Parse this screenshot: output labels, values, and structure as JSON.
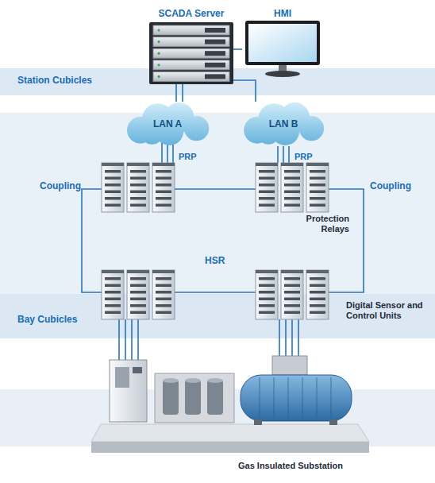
{
  "diagram": {
    "nodes": [
      {
        "text": [
          "SCADA Server"
        ]
      },
      {
        "text": [
          "HMI"
        ]
      },
      {
        "text": [
          "LAN A"
        ]
      },
      {
        "text": [
          "LAN B"
        ]
      },
      {
        "text": [
          "Protection Relays"
        ]
      },
      {
        "text": [
          "Digital Sensor and Control Units"
        ]
      },
      {
        "text": [
          "Gas Insulated Substation"
        ]
      }
    ],
    "edges": [
      {
        "from": 0,
        "to": 2,
        "arrow": "none"
      },
      {
        "from": 0,
        "to": 3,
        "arrow": "none"
      },
      {
        "from": 0,
        "to": 1,
        "arrow": "none"
      },
      {
        "from": 3,
        "to": 4,
        "label": "PRP",
        "arrow": "none"
      },
      {
        "from": 4,
        "to": 5,
        "arrow": "none"
      },
      {
        "from": 5,
        "to": 6,
        "arrow": "none"
      }
    ],
    "labels": [
      "Station Cubicles",
      "PRP",
      "Coupling",
      "Coupling",
      "HSR",
      "Bay Cubicles"
    ]
  }
}
